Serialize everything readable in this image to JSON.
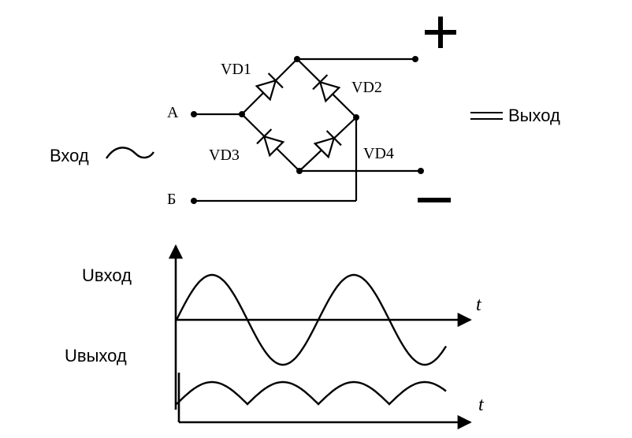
{
  "circuit": {
    "labels": {
      "vd1": "VD1",
      "vd2": "VD2",
      "vd3": "VD3",
      "vd4": "VD4",
      "node_a": "А",
      "node_b": "Б",
      "input": "Вход",
      "output": "Выход",
      "plus": "+",
      "minus": "−"
    },
    "input_symbol": "~"
  },
  "graphs": {
    "u_in_label": "Uвход",
    "u_out_label": "Uвыход",
    "t_label": "t"
  },
  "colors": {
    "line": "#000000",
    "background": "#ffffff"
  }
}
